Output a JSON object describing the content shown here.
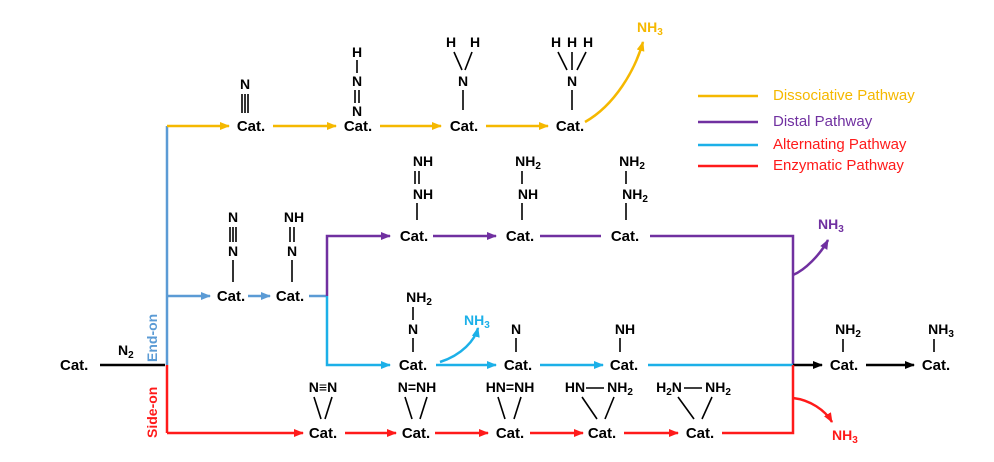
{
  "colors": {
    "dissociative": "#f5b800",
    "distal": "#7030a0",
    "alternating": "#1cb0e8",
    "enzymatic": "#ff1a1a",
    "end_on": "#5b9bd5",
    "black": "#000000"
  },
  "legend": [
    {
      "key": "dissociative",
      "label": "Dissociative Pathway"
    },
    {
      "key": "distal",
      "label": "Distal Pathway"
    },
    {
      "key": "alternating",
      "label": "Alternating Pathway"
    },
    {
      "key": "enzymatic",
      "label": "Enzymatic Pathway"
    }
  ],
  "labels": {
    "cat": "Cat.",
    "n2": "N",
    "n2_sub": "2",
    "end_on": "End-on",
    "side_on": "Side-on",
    "nh3_main": "NH",
    "nh3_sub": "3"
  },
  "species": {
    "N": "N",
    "H": "H",
    "NH": "NH",
    "NH2": "NH",
    "two": "2",
    "NNN_side": "N≡N",
    "NNH_side": "N=NH",
    "HNNH_side": "HN=NH",
    "HNNH2_side_a": "HN",
    "HNNH2_side_b": "NH",
    "H2NNH2_side_a": "H",
    "H2NNH2_side_b": "N",
    "H2NNH2_side_c": "NH"
  }
}
